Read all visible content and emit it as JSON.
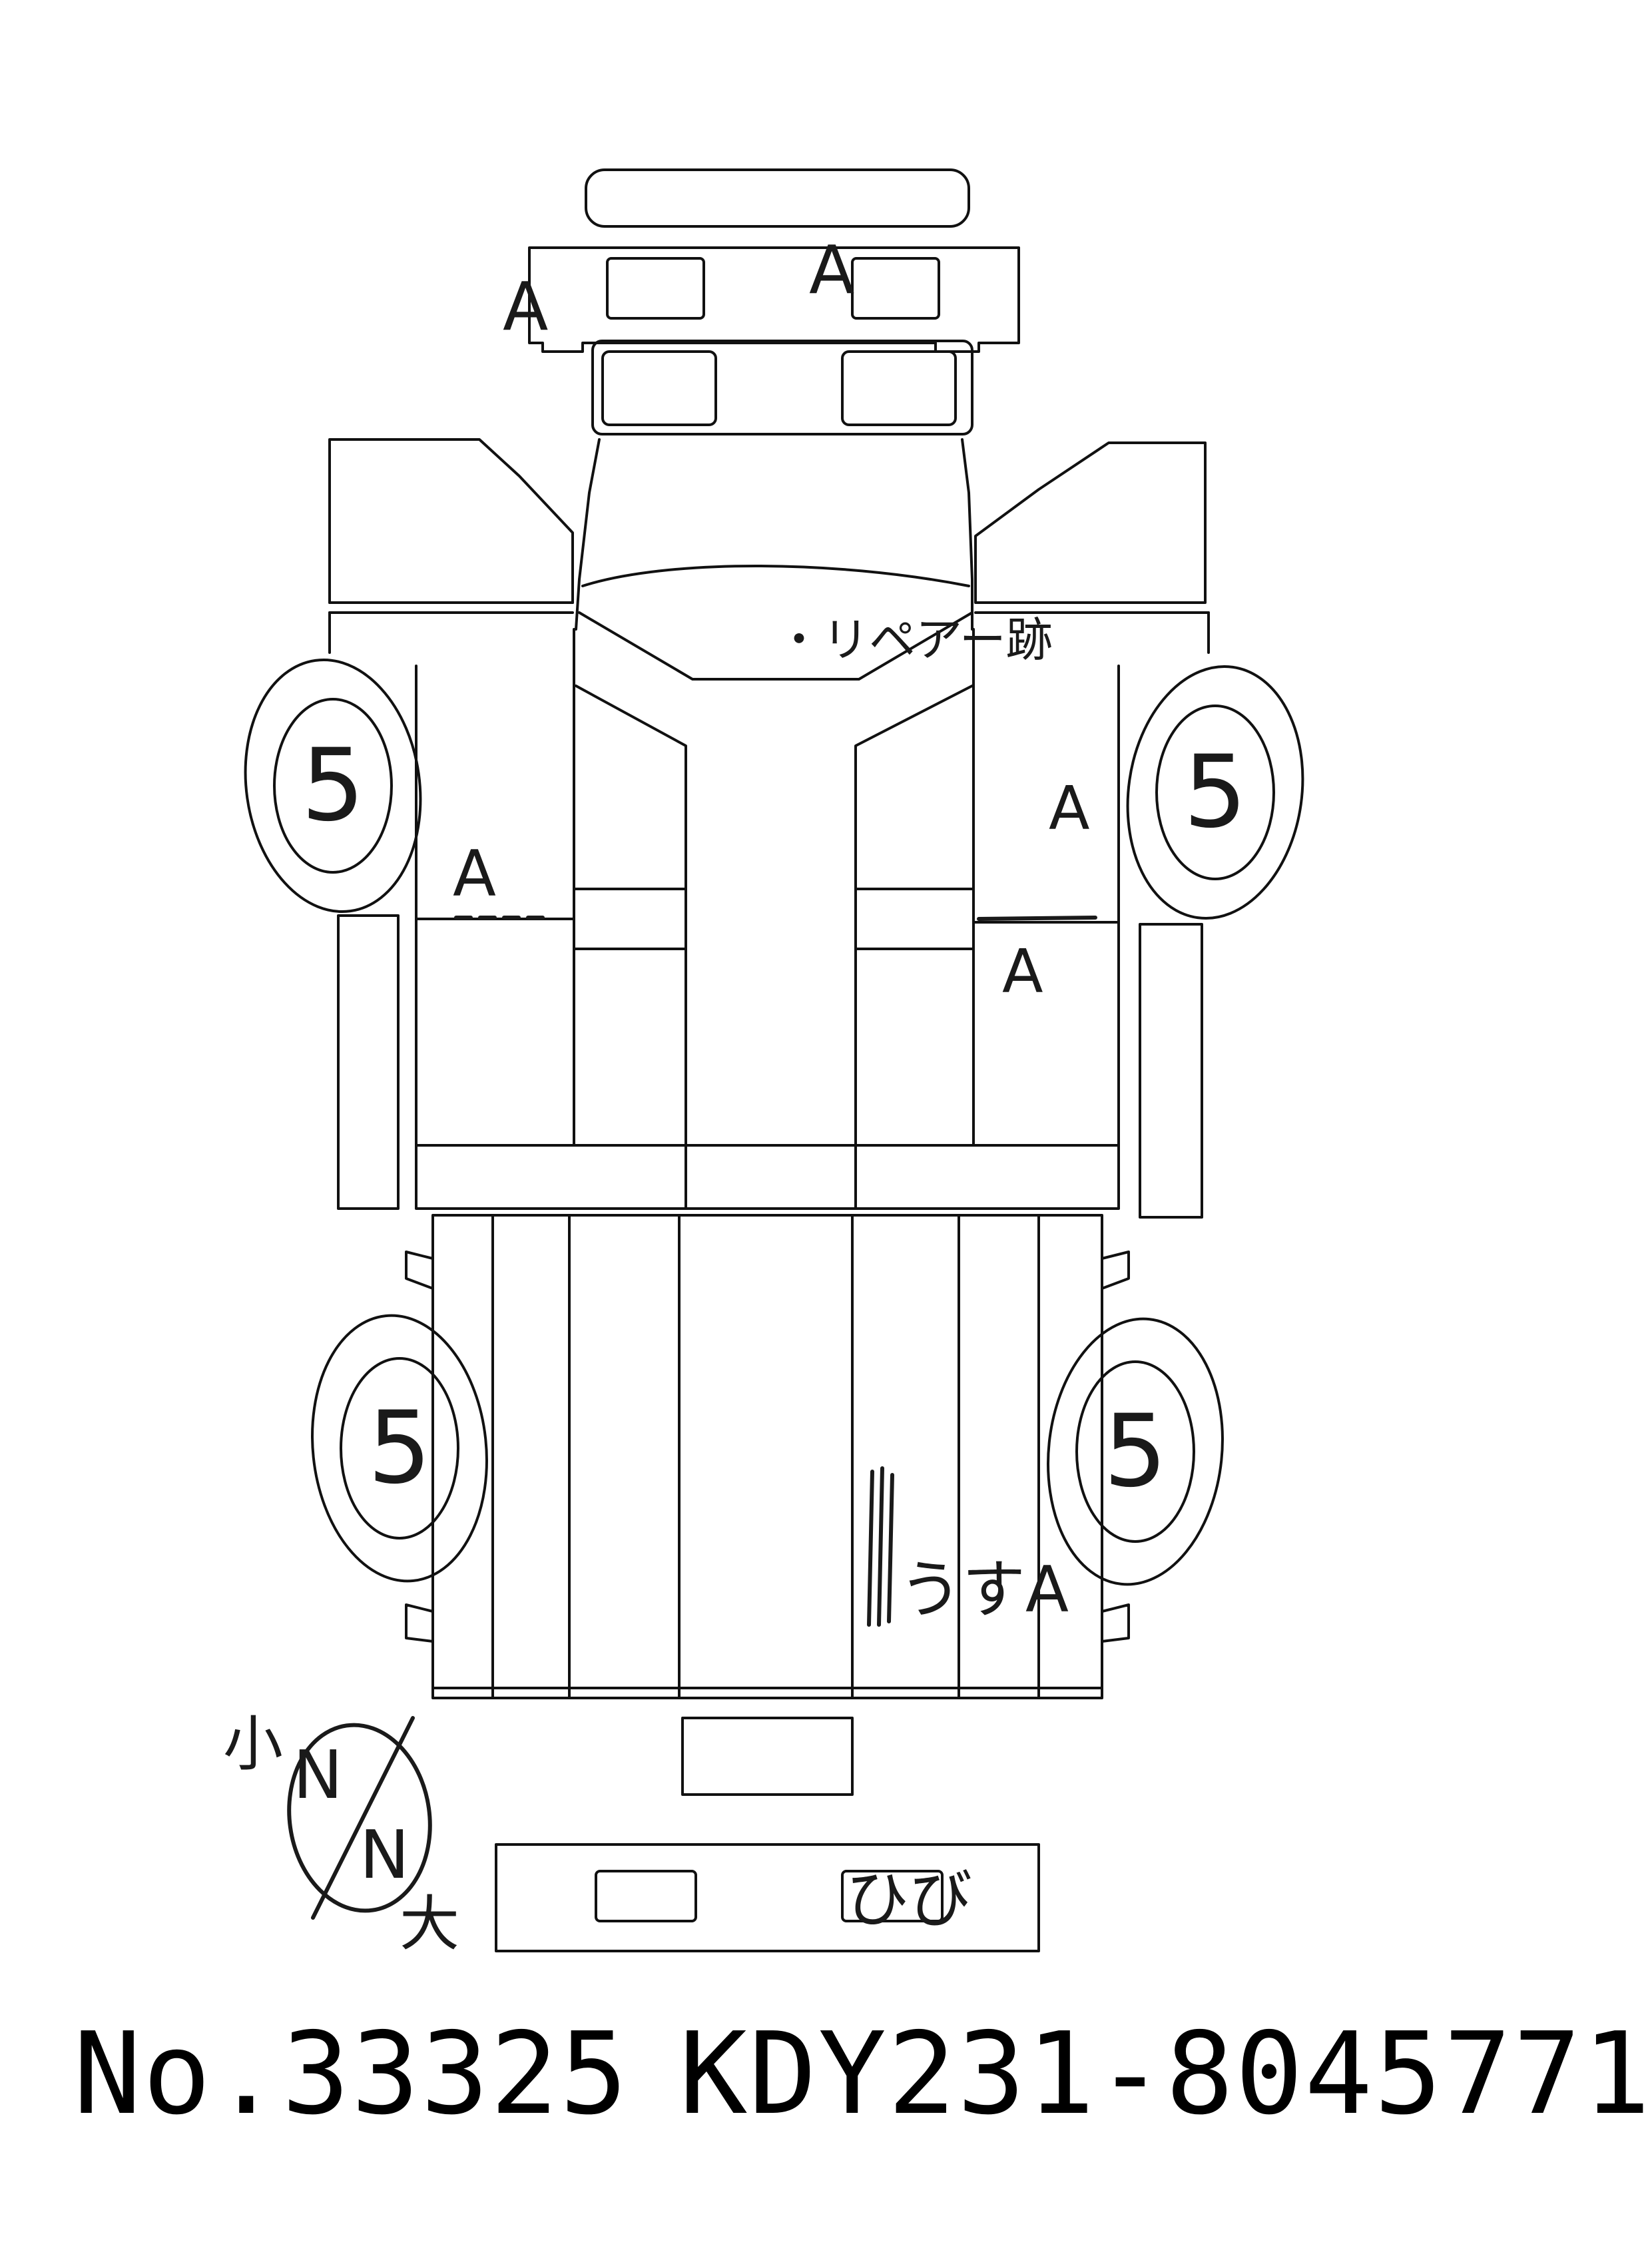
{
  "annotations": {
    "front_bumper_left": "A",
    "front_bumper_center": "A",
    "hood_note": "・リペアー跡",
    "left_door_line": "A",
    "right_fender": "A",
    "right_door_line": "A",
    "bed_scratch": "うすA",
    "tailgate_crack": "ひび",
    "legend_small": "小",
    "legend_large": "大",
    "legend_n1": "N",
    "legend_n2": "N"
  },
  "tires": {
    "front_left": "5",
    "front_right": "5",
    "rear_left": "5",
    "rear_right": "5"
  },
  "footer": {
    "number": "No.33325",
    "chassis": "KDY231-8045771"
  }
}
